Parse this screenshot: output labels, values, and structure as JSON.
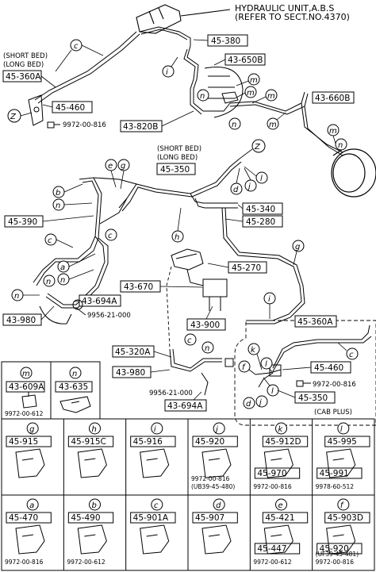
{
  "top": {
    "hydraulic_line1": "HYDRAULIC UNIT,A.B.S",
    "hydraulic_line2": "(REFER TO SECT.NO.4370)",
    "short_bed": "(SHORT BED)",
    "long_bed": "(LONG BED)",
    "p_45_360A": "45-360A",
    "p_45_380": "45-380",
    "p_43_650B": "43-650B",
    "p_45_460": "45-460",
    "bolt_9972_00_816": "9972-00-816",
    "p_43_660B": "43-660B",
    "p_43_820B": "43-820B",
    "callout_z": "Z",
    "callout_c": "c",
    "callout_i": "i",
    "callout_m": "m",
    "callout_n": "n"
  },
  "middle": {
    "short_bed": "(SHORT BED)",
    "long_bed": "(LONG BED)",
    "p_45_350": "45-350",
    "p_45_340": "45-340",
    "p_45_280": "45-280",
    "p_45_390": "45-390",
    "p_45_270": "45-270",
    "p_43_670": "43-670",
    "p_43_694A": "43-694A",
    "p_43_980": "43-980",
    "p_43_900": "43-900",
    "p_9956_21_000": "9956-21-000",
    "p_45_320A": "45-320A",
    "p_43_980b": "43-980",
    "p_9956_21_000b": "9956-21-000",
    "p_43_694Ab": "43-694A",
    "callouts": [
      "e",
      "g",
      "b",
      "n",
      "c",
      "a",
      "n",
      "n",
      "n",
      "h",
      "d",
      "j",
      "l",
      "g",
      "i",
      "c",
      "c",
      "n",
      "Z"
    ]
  },
  "cab_plus": {
    "p_45_360A": "45-360A",
    "p_45_460": "45-460",
    "bolt": "9972-00-816",
    "p_45_350": "45-350",
    "label": "(CAB PLUS)",
    "callouts": [
      "k",
      "l",
      "f",
      "c",
      "l",
      "d",
      "j"
    ]
  },
  "grid": {
    "row1": [
      {
        "letter": "m",
        "parts": [
          "43-609A"
        ],
        "extra": [
          "9972-00-612"
        ]
      },
      {
        "letter": "n",
        "parts": [
          "43-635"
        ],
        "extra": []
      }
    ],
    "row2": [
      {
        "letter": "g",
        "parts": [
          "45-915"
        ],
        "extra": []
      },
      {
        "letter": "h",
        "parts": [
          "45-915C"
        ],
        "extra": []
      },
      {
        "letter": "i",
        "parts": [
          "45-916"
        ],
        "extra": []
      },
      {
        "letter": "j",
        "parts": [
          "45-920"
        ],
        "extra": [
          "9972-00-816",
          "(UB39-45-480)"
        ]
      },
      {
        "letter": "k",
        "parts": [
          "45-912D",
          "45-970"
        ],
        "extra": [
          "9972-00-816"
        ]
      },
      {
        "letter": "l",
        "parts": [
          "45-995",
          "45-991"
        ],
        "extra": [
          "9978-60-512"
        ]
      }
    ],
    "row3": [
      {
        "letter": "a",
        "parts": [
          "45-470"
        ],
        "extra": [
          "9972-00-816"
        ]
      },
      {
        "letter": "b",
        "parts": [
          "45-490"
        ],
        "extra": [
          "9972-00-612"
        ]
      },
      {
        "letter": "c",
        "parts": [
          "45-901A"
        ],
        "extra": []
      },
      {
        "letter": "d",
        "parts": [
          "45-907"
        ],
        "extra": []
      },
      {
        "letter": "e",
        "parts": [
          "45-421",
          "45-447"
        ],
        "extra": [
          "9972-00-612"
        ]
      },
      {
        "letter": "f",
        "parts": [
          "45-903D",
          "45-920"
        ],
        "extra": [
          "(UF39-45-481)",
          "9972-00-816"
        ]
      }
    ]
  }
}
